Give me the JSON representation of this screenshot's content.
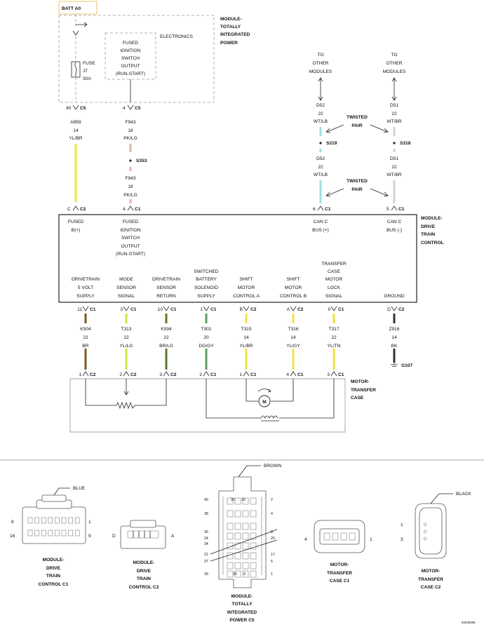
{
  "batt": {
    "label": "BATT A0"
  },
  "tipm": {
    "name": [
      "MODULE-",
      "TOTALLY",
      "INTEGRATED",
      "POWER"
    ],
    "electronics": "ELECTRONICS",
    "fuse_lines": [
      "FUSE",
      "J7",
      "30A"
    ],
    "fused_ign": [
      "FUSED",
      "IGNITION",
      "SWITCH",
      "OUTPUT",
      "(RUN-START)"
    ]
  },
  "pins_top": {
    "p40": {
      "pin": "40",
      "conn": "C5"
    },
    "p4": {
      "pin": "4",
      "conn": "C5"
    }
  },
  "wires_top": {
    "a959": [
      "A959",
      "14",
      "YL/BR"
    ],
    "f943a": [
      "F943",
      "18",
      "PK/LG"
    ],
    "f943b": [
      "F943",
      "18",
      "PK/LG"
    ]
  },
  "splices": {
    "s353": "S353",
    "s319": "S319",
    "s318": "S318"
  },
  "can": {
    "to_other_left": [
      "TO",
      "OTHER",
      "MODULES"
    ],
    "to_other_right": [
      "TO",
      "OTHER",
      "MODULES"
    ],
    "d52a": [
      "D52",
      "22",
      "WT/LB"
    ],
    "d52b": [
      "D52",
      "22",
      "WT/LB"
    ],
    "d51a": [
      "D51",
      "22",
      "WT/BR"
    ],
    "d51b": [
      "D51",
      "22",
      "WT/BR"
    ],
    "twisted1": [
      "TWISTED",
      "PAIR"
    ],
    "twisted2": [
      "TWISTED",
      "PAIR"
    ]
  },
  "dtcm": {
    "name": [
      "MODULE-",
      "DRIVE",
      "TRAIN",
      "CONTROL"
    ],
    "top_pins": {
      "c": {
        "pin": "C",
        "conn": "C2"
      },
      "four": {
        "pin": "4",
        "conn": "C1"
      },
      "six": {
        "pin": "6",
        "conn": "C1"
      },
      "five": {
        "pin": "5",
        "conn": "C1"
      }
    },
    "fused_b": [
      "FUSED",
      "B(+)"
    ],
    "fused_ign": [
      "FUSED",
      "IGNITION",
      "SWITCH",
      "OUTPUT",
      "(RUN-START)"
    ],
    "can_c_plus": [
      "CAN C",
      "BUS (+)"
    ],
    "can_c_minus": [
      "CAN C",
      "BUS (-)"
    ],
    "functions": [
      [
        "DRIVETRAIN",
        "5 VOLT",
        "SUPPLY"
      ],
      [
        "MODE",
        "SENSOR",
        "SIGNAL"
      ],
      [
        "DRIVETRAIN",
        "SENSOR",
        "RETURN"
      ],
      [
        "SWITCHED",
        "BATTERY",
        "SOLENOID",
        "SUPPLY"
      ],
      [
        "SHIFT",
        "MOTOR",
        "CONTROL A"
      ],
      [
        "SHIFT",
        "MOTOR",
        "CONTROL B"
      ],
      [
        "TRANSFER",
        "CASE",
        "MOTOR",
        "LOCK",
        "SIGNAL"
      ],
      [
        "GROUND"
      ]
    ],
    "bottom_pins": [
      {
        "pin": "11",
        "conn": "C1"
      },
      {
        "pin": "3",
        "conn": "C1"
      },
      {
        "pin": "10",
        "conn": "C1"
      },
      {
        "pin": "1",
        "conn": "C1"
      },
      {
        "pin": "B",
        "conn": "C2"
      },
      {
        "pin": "A",
        "conn": "C2"
      },
      {
        "pin": "9",
        "conn": "C1"
      },
      {
        "pin": "D",
        "conn": "C2"
      }
    ]
  },
  "wires_bottom": [
    [
      "K504",
      "22",
      "BR"
    ],
    [
      "T313",
      "22",
      "YL/LG"
    ],
    [
      "K594",
      "22",
      "BR/LG"
    ],
    [
      "T301",
      "20",
      "DG/GY"
    ],
    [
      "T315",
      "14",
      "YL/BR"
    ],
    [
      "T316",
      "14",
      "YL/GY"
    ],
    [
      "T317",
      "22",
      "YL/TN"
    ],
    [
      "Z916",
      "14",
      "BK"
    ]
  ],
  "ground": {
    "label": "G107"
  },
  "motor_pins": [
    {
      "pin": "1",
      "conn": "C2"
    },
    {
      "pin": "2",
      "conn": "C2"
    },
    {
      "pin": "3",
      "conn": "C2"
    },
    {
      "pin": "2",
      "conn": "C1"
    },
    {
      "pin": "1",
      "conn": "C1"
    },
    {
      "pin": "4",
      "conn": "C1"
    },
    {
      "pin": "3",
      "conn": "C1"
    }
  ],
  "motor_tc": {
    "name": [
      "MOTOR-",
      "TRANSFER",
      "CASE"
    ],
    "motor_symbol": "M"
  },
  "connectors": {
    "dtcm_c1": {
      "name": [
        "MODULE-",
        "DRIVE",
        "TRAIN",
        "CONTROL C1"
      ],
      "color": "BLUE",
      "pins": [
        "8",
        "1",
        "16",
        "9"
      ]
    },
    "dtcm_c2": {
      "name": [
        "MODULE-",
        "DRIVE",
        "TRAIN",
        "CONTROL C2"
      ],
      "pins": [
        "D",
        "A"
      ]
    },
    "tipm_c5": {
      "name": [
        "MODULE-",
        "TOTALLY",
        "INTEGRATED",
        "POWER C5"
      ],
      "color": "BROWN",
      "pins": [
        "40",
        "32",
        "16",
        "2",
        "38",
        "4",
        "36",
        "24",
        "8",
        "20",
        "34",
        "21",
        "17",
        "37",
        "5",
        "39",
        "25",
        "9",
        "1"
      ]
    },
    "mtc_c1": {
      "name": [
        "MOTOR-",
        "TRANSFER",
        "CASE C1"
      ],
      "pins": [
        "4",
        "1"
      ]
    },
    "mtc_c2": {
      "name": [
        "MOTOR-",
        "TRANSFER",
        "CASE C2"
      ],
      "color": "BLACK",
      "pins": [
        "1",
        "3"
      ]
    }
  },
  "figure_id": "82636086",
  "wire_colors": {
    "yl_br": "#f2e23a",
    "pk_lg": "#e0b8a8",
    "wt_lb": "#9fdde6",
    "wt_br": "#d6d2cc",
    "br": "#7a5a1e",
    "yl_lg": "#c8e84a",
    "br_lg": "#5d7a2a",
    "dg_gy": "#5f9a5f",
    "yl_gy": "#f2e23a",
    "yl_tn": "#f2e23a",
    "bk": "#333333"
  }
}
